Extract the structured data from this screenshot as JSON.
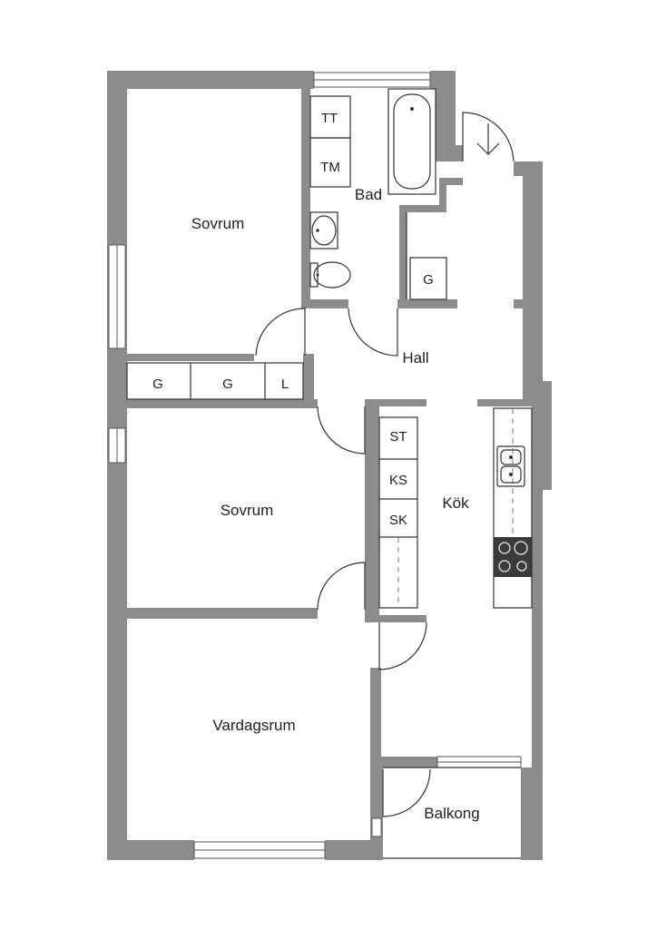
{
  "rooms": {
    "bedroom_top": "Sovrum",
    "bath": "Bad",
    "hall": "Hall",
    "bedroom_mid": "Sovrum",
    "kitchen": "Kök",
    "living": "Vardagsrum",
    "balcony": "Balkong"
  },
  "fixtures": {
    "tt": "TT",
    "tm": "TM",
    "hall_g": "G",
    "wardrobe_1": "G",
    "wardrobe_2": "G",
    "linen": "L",
    "st": "ST",
    "ks": "KS",
    "sk": "SK"
  },
  "colors": {
    "wall": "#8c8c8c",
    "line": "#333333",
    "background": "#ffffff"
  }
}
